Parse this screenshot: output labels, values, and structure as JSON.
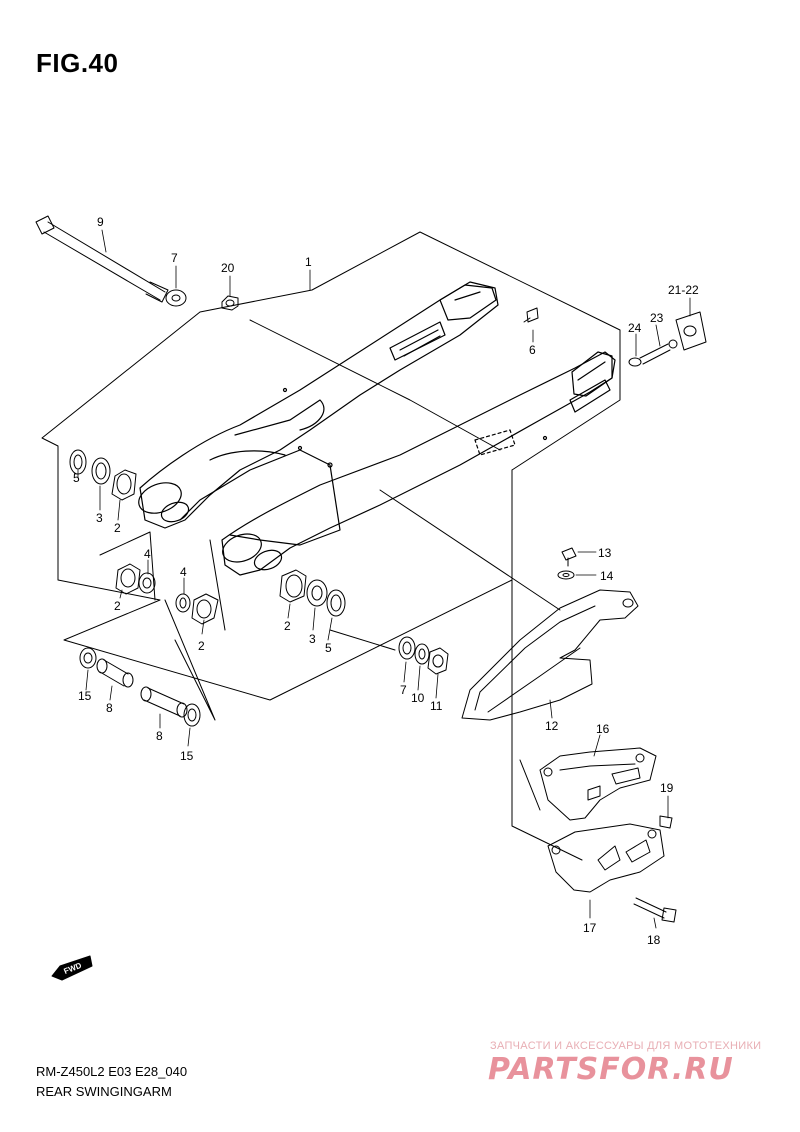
{
  "figure": {
    "title": "FIG.40"
  },
  "callouts": {
    "c1": "1",
    "c2a": "2",
    "c2b": "2",
    "c2c": "2",
    "c2d": "2",
    "c3a": "3",
    "c3b": "3",
    "c4a": "4",
    "c4b": "4",
    "c5a": "5",
    "c5b": "5",
    "c6": "6",
    "c7a": "7",
    "c7b": "7",
    "c8a": "8",
    "c8b": "8",
    "c9": "9",
    "c10": "10",
    "c11": "11",
    "c12": "12",
    "c13": "13",
    "c14": "14",
    "c15a": "15",
    "c15b": "15",
    "c16": "16",
    "c17": "17",
    "c18": "18",
    "c19": "19",
    "c20": "20",
    "c21_22": "21-22",
    "c23": "23",
    "c24": "24"
  },
  "fwd_badge": "FWD",
  "footer": {
    "model_code": "RM-Z450L2 E03 E28_040",
    "title": "REAR SWINGINGARM"
  },
  "watermark": {
    "tagline": "ЗАПЧАСТИ И АКСЕССУАРЫ ДЛЯ МОТОТЕХНИКИ",
    "logo": "PARTSFOR.RU"
  },
  "colors": {
    "line": "#000000",
    "watermark": "#e57f8b"
  }
}
